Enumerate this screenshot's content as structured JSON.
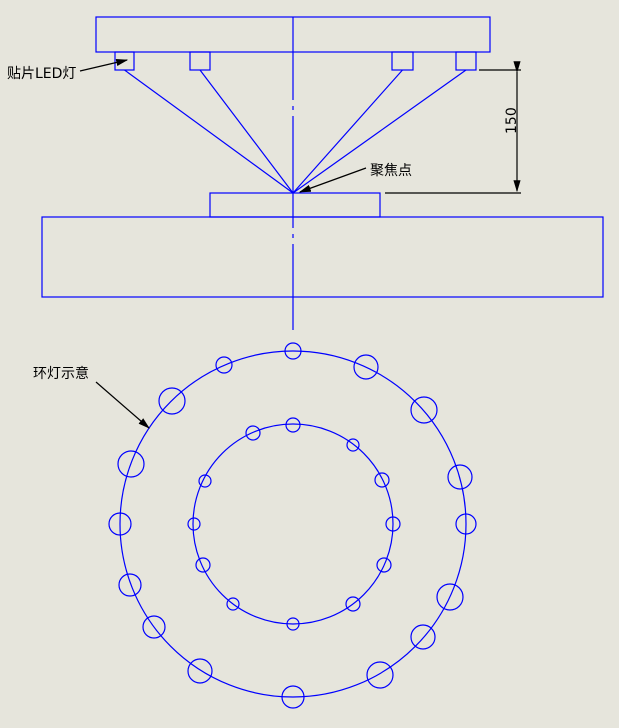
{
  "labels": {
    "led_label": "贴片LED灯",
    "focus_label": "聚焦点",
    "dimension_value": "150",
    "ring_label": "环灯示意"
  },
  "colors": {
    "line": "#0000ff",
    "annotation": "#000000",
    "background": "#e6e5dc"
  }
}
